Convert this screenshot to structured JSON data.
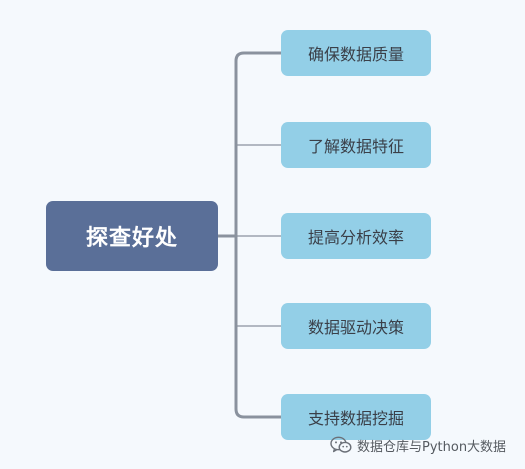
{
  "diagram": {
    "root": {
      "label": "探查好处"
    },
    "children": [
      {
        "label": "确保数据质量"
      },
      {
        "label": "了解数据特征"
      },
      {
        "label": "提高分析效率"
      },
      {
        "label": "数据驱动决策"
      },
      {
        "label": "支持数据挖掘"
      }
    ]
  },
  "watermark": {
    "icon": "wechat-icon",
    "text": "数据仓库与Python大数据"
  },
  "colors": {
    "background": "#f5f9fd",
    "root_fill": "#5a6f98",
    "child_fill": "#93cfe7",
    "connector": "#8a929e"
  }
}
